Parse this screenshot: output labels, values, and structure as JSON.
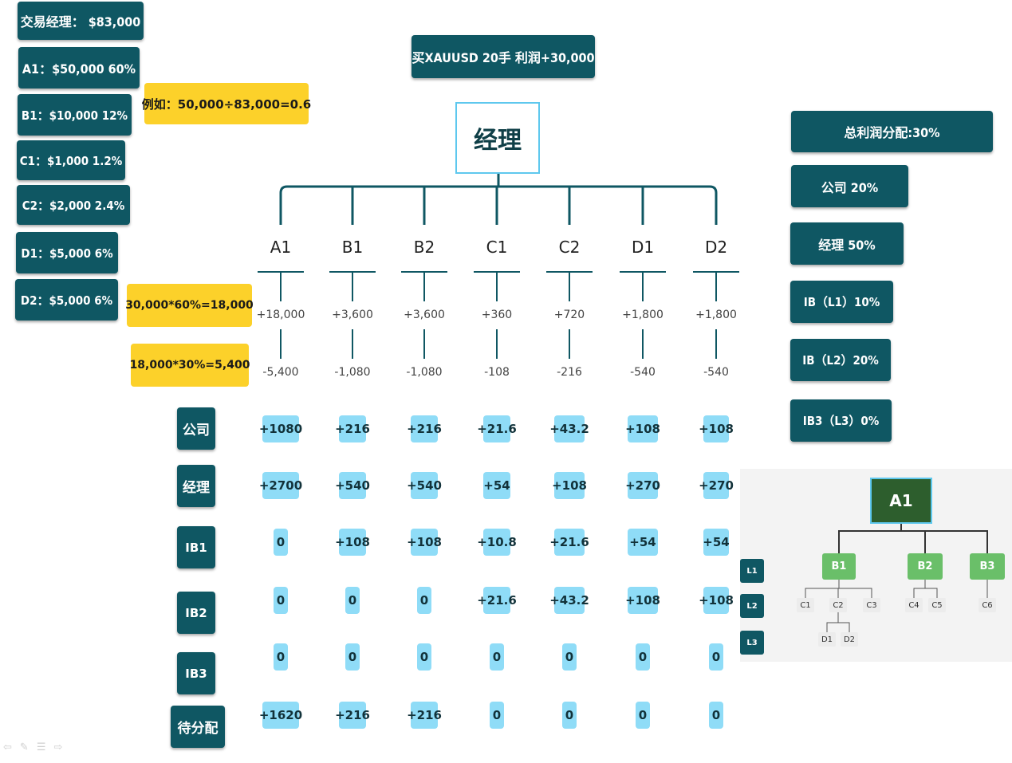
{
  "header": {
    "trade_box": "买XAUUSD 20手 利润+30,000",
    "manager_node": "经理"
  },
  "holdings": [
    "交易经理： $83,000",
    "A1：$50,000  60%",
    "B1：$10,000  12%",
    "C1：$1,000  1.2%",
    "C2：$2,000  2.4%",
    "D1：$5,000  6%",
    "D2：$5,000  6%"
  ],
  "examples": {
    "ratio": "例如：50,000÷83,000=0.6",
    "profit": "30,000*60%=18,000",
    "fee": "18,000*30%=5,400"
  },
  "distribution": [
    "总利润分配:30%",
    "公司 20%",
    "经理 50%",
    "IB（L1）10%",
    "IB（L2）20%",
    "IB3（L3）0%"
  ],
  "accounts": [
    "A1",
    "B1",
    "B2",
    "C1",
    "C2",
    "D1",
    "D2"
  ],
  "profits": [
    "+18,000",
    "+3,600",
    "+3,600",
    "+360",
    "+720",
    "+1,800",
    "+1,800"
  ],
  "fees": [
    "-5,400",
    "-1,080",
    "-1,080",
    "-108",
    "-216",
    "-540",
    "-540"
  ],
  "row_labels": [
    "公司",
    "经理",
    "IB1",
    "IB2",
    "IB3",
    "待分配"
  ],
  "allocation_rows": [
    [
      "+1080",
      "+216",
      "+216",
      "+21.6",
      "+43.2",
      "+108",
      "+108"
    ],
    [
      "+2700",
      "+540",
      "+540",
      "+54",
      "+108",
      "+270",
      "+270"
    ],
    [
      "0",
      "+108",
      "+108",
      "+10.8",
      "+21.6",
      "+54",
      "+54"
    ],
    [
      "0",
      "0",
      "0",
      "+21.6",
      "+43.2",
      "+108",
      "+108"
    ],
    [
      "0",
      "0",
      "0",
      "0",
      "0",
      "0",
      "0"
    ],
    [
      "+1620",
      "+216",
      "+216",
      "0",
      "0",
      "0",
      "0"
    ]
  ],
  "tree": {
    "root": "A1",
    "level1": [
      "B1",
      "B2",
      "B3"
    ],
    "level2": [
      "C1",
      "C2",
      "C3",
      "C4",
      "C5",
      "C6"
    ],
    "level3": [
      "D1",
      "D2"
    ],
    "levels": [
      "L1",
      "L2",
      "L3"
    ]
  },
  "colors": {
    "dark_teal": "#0f5763",
    "yellow": "#fcd12a",
    "light_blue": "#8fdcf7",
    "tree_green": "#6abf69",
    "tree_root": "#2d5e2d"
  }
}
